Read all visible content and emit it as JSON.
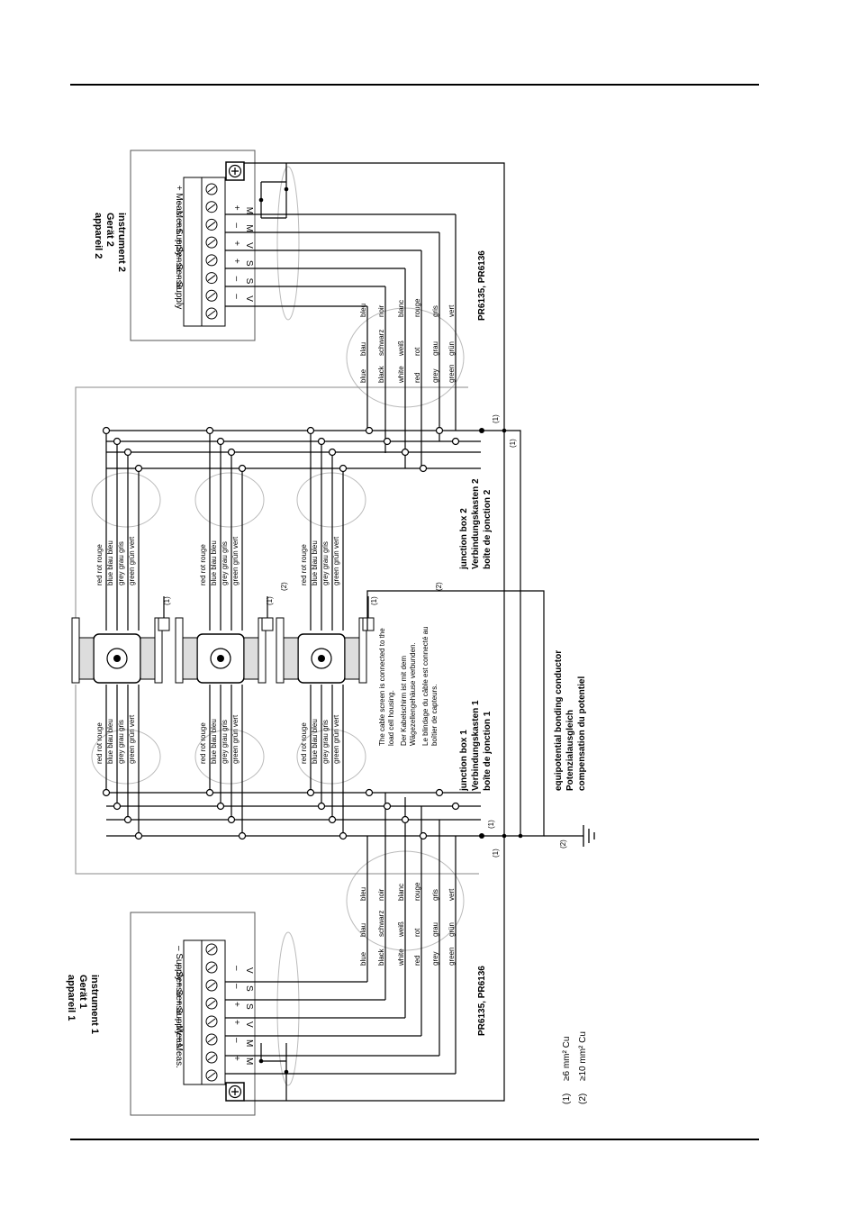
{
  "instrument1": {
    "title": [
      "instrument 1",
      "Gerät 1",
      "appareil 1"
    ],
    "terminal_letters": [
      "V",
      "S",
      "S",
      "V",
      "M",
      "M"
    ],
    "terminal_signs": [
      "–",
      "–",
      "+",
      "+",
      "–",
      "+"
    ],
    "terminal_names": [
      "– Supply",
      "– Sense",
      "+ Sense",
      "+ Supply",
      "– Meas.",
      "+ Meas."
    ]
  },
  "instrument2": {
    "title": [
      "instrument 2",
      "Gerät 2",
      "appareil 2"
    ],
    "terminal_letters": [
      "M",
      "M",
      "V",
      "S",
      "S",
      "V"
    ],
    "terminal_signs": [
      "+",
      "–",
      "+",
      "+",
      "–",
      "–"
    ],
    "terminal_names": [
      "+ Meas.",
      "– Meas.",
      "+ Supply",
      "+ Sense",
      "– Sense",
      "– Supply"
    ]
  },
  "cable_en": [
    "blue",
    "black",
    "white",
    "red",
    "grey",
    "green"
  ],
  "cable_de": [
    "blau",
    "schwarz",
    "weiß",
    "rot",
    "grau",
    "grün"
  ],
  "cable_fr": [
    "bleu",
    "noir",
    "blanc",
    "rouge",
    "gris",
    "vert"
  ],
  "cable_model": "PR6135, PR6136",
  "loadcell_rows": [
    "red   rot   rouge",
    "blue  blau  bleu",
    "grey  grau  gris",
    "green grün vert"
  ],
  "junction_box_1": [
    "junction box 1",
    "Verbindungskasten 1",
    "boîte de jonction 1"
  ],
  "junction_box_2": [
    "junction box 2",
    "Verbindungskasten 2",
    "boîte de jonction 2"
  ],
  "equipotential": [
    "equipotential bonding conductor",
    "Potenzialausgleich",
    "compensation du potentiel"
  ],
  "screen_note": [
    "The cable screen is connected to the",
    "load cell housing.",
    "Der Kabelschirm ist mit dem",
    "Wägezellengehäuse verbunden.",
    "Le blindage du câble est connecté au",
    "boîtier de capteurs."
  ],
  "marker_1": "(1)",
  "marker_2": "(2)",
  "legend": [
    {
      "marker": "(1)",
      "text": "≥6 mm² Cu"
    },
    {
      "marker": "(2)",
      "text": "≥10 mm² Cu"
    }
  ]
}
